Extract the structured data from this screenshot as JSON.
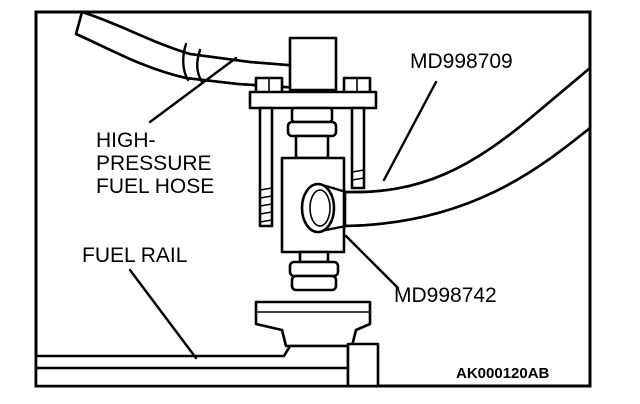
{
  "labels": {
    "high_pressure_hose": [
      "HIGH-",
      "PRESSURE",
      "FUEL HOSE"
    ],
    "fuel_rail": "FUEL RAIL",
    "tool_1": "MD998709",
    "tool_2": "MD998742",
    "figure_code": "AK000120AB"
  },
  "colors": {
    "line": "#000000",
    "background": "#ffffff"
  }
}
